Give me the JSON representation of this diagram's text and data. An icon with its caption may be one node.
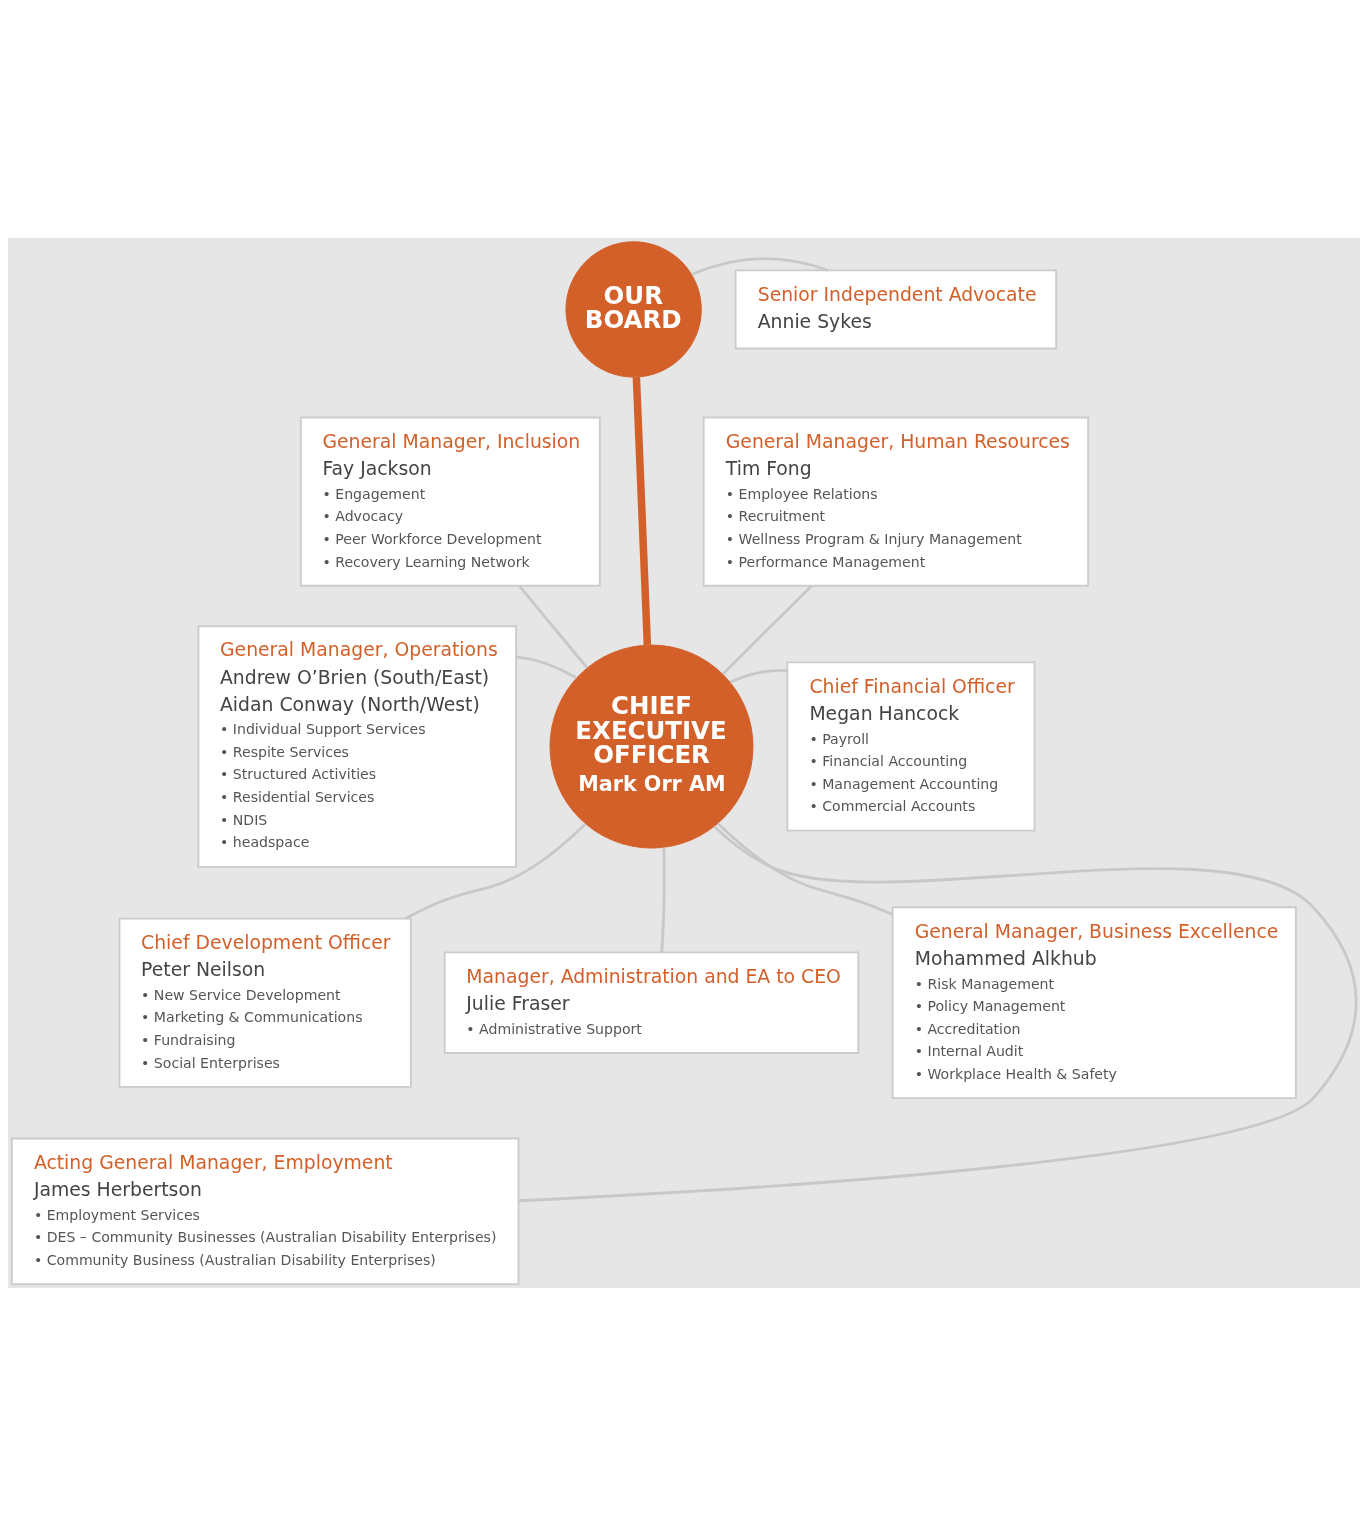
{
  "diagram": {
    "nodes": [
      {
        "text": [
          "OUR BOARD"
        ]
      },
      {
        "text": [
          "Senior Independent Advocate",
          "Annie Sykes"
        ]
      },
      {
        "text": [
          "General Manager, Inclusion",
          "Fay Jackson",
          "• Engagement",
          "• Advocacy",
          "• Peer Workforce Development",
          "• Recovery Learning Network"
        ]
      },
      {
        "text": [
          "CHIEF EXECUTIVE OFFICER",
          "Mark Orr AM"
        ]
      },
      {
        "text": [
          "General Manager, Human Resources",
          "Tim Fong",
          "• Employee Relations",
          "• Recruitment",
          "• Wellness Program & Injury Management",
          "• Performance Management"
        ]
      },
      {
        "text": [
          "General Manager, Operations",
          "Andrew O’Brien (South/East)",
          "Aidan Conway (North/West)",
          "• Individual Support Services",
          "• Respite Services",
          "• Structured Activities",
          "• Residential Services",
          "• NDIS",
          "• headspace"
        ]
      },
      {
        "text": [
          "Chief Financial Officer",
          "Megan Hancock",
          "• Payroll",
          "• Financial Accounting",
          "• Management Accounting",
          "• Commercial Accounts"
        ]
      },
      {
        "text": [
          "Chief Development Officer",
          "Peter Neilson",
          "• New Service Development",
          "• Marketing & Communications",
          "• Fundraising",
          "• Social Enterprises"
        ]
      },
      {
        "text": [
          "Manager, Administration and EA to CEO",
          "Julie Fraser",
          "• Administrative Support"
        ]
      },
      {
        "text": [
          "General Manager, Business Excellence",
          "Mohammed Alkhub",
          "• Risk Management",
          "• Policy Management",
          "• Accreditation",
          "• Internal Audit",
          "• Workplace Health & Safety"
        ]
      },
      {
        "text": [
          "Acting General Manager, Employment",
          "James Herbertson",
          "• Employment Services",
          "• DES – Community Businesses (Australian Disability Enterprises)",
          "• Community Business (Australian Disability Enterprises)"
        ]
      }
    ],
    "edges": [
      {
        "from": 0,
        "to": 1,
        "arrow": "none"
      },
      {
        "from": 0,
        "to": 3,
        "arrow": "none",
        "style": "thick",
        "color": "#d35f29"
      },
      {
        "from": 3,
        "to": 2,
        "arrow": "none"
      },
      {
        "from": 3,
        "to": 4,
        "arrow": "none"
      },
      {
        "from": 3,
        "to": 5,
        "arrow": "none"
      },
      {
        "from": 3,
        "to": 6,
        "arrow": "none"
      },
      {
        "from": 3,
        "to": 7,
        "arrow": "none"
      },
      {
        "from": 3,
        "to": 8,
        "arrow": "none"
      },
      {
        "from": 3,
        "to": 9,
        "arrow": "none"
      },
      {
        "from": 3,
        "to": 10,
        "arrow": "none"
      }
    ]
  }
}
